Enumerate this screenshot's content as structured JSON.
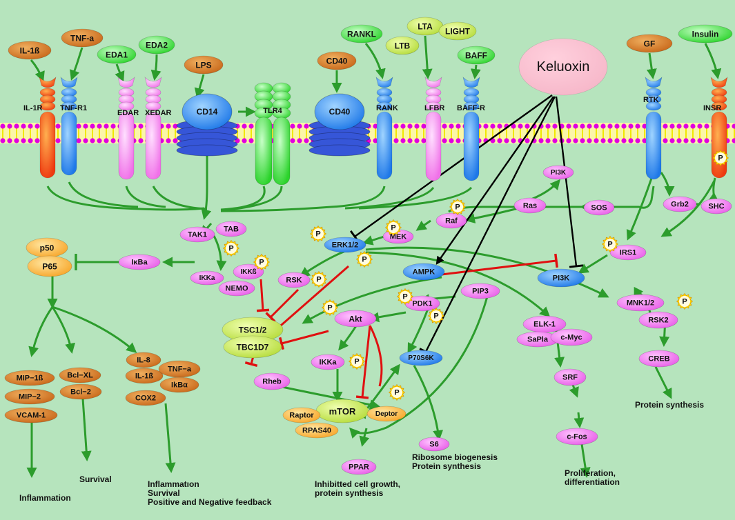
{
  "title": "",
  "drug": "Keluoxin",
  "colors": {
    "background": "#b6e4bd",
    "arrow_green": "#2c9c2c",
    "inhibit_red": "#e01010",
    "drug_arrow": "#000000",
    "drug_fill": "#f6b7c9",
    "membrane_head": "#e000e0",
    "membrane_tail": "#f0e800",
    "node_magenta": "#e85ee8",
    "node_orange": "#f7a62a",
    "node_brown": "#c8681a",
    "node_green": "#2bd32b",
    "node_lime": "#b6dc3c",
    "node_blue": "#1e78e8",
    "phospho": "#ffd400"
  },
  "ligands": [
    {
      "id": "il1b",
      "label": "IL-1ß"
    },
    {
      "id": "tnfa",
      "label": "TNF-a"
    },
    {
      "id": "eda1",
      "label": "EDA1"
    },
    {
      "id": "eda2",
      "label": "EDA2"
    },
    {
      "id": "lps",
      "label": "LPS"
    },
    {
      "id": "cd40l",
      "label": "CD40"
    },
    {
      "id": "rankl",
      "label": "RANKL"
    },
    {
      "id": "lta",
      "label": "LTA"
    },
    {
      "id": "light",
      "label": "LIGHT"
    },
    {
      "id": "ltb",
      "label": "LTB"
    },
    {
      "id": "baff",
      "label": "BAFF"
    },
    {
      "id": "gf",
      "label": "GF"
    },
    {
      "id": "insulin",
      "label": "Insulin"
    }
  ],
  "receptors": [
    {
      "id": "il1r",
      "label": "IL-1R"
    },
    {
      "id": "tnfr1",
      "label": "TNF-R1"
    },
    {
      "id": "edar",
      "label": "EDAR"
    },
    {
      "id": "xedar",
      "label": "XEDAR"
    },
    {
      "id": "cd14",
      "label": "CD14"
    },
    {
      "id": "tlr4",
      "label": "TLR4"
    },
    {
      "id": "cd40",
      "label": "CD40"
    },
    {
      "id": "rank",
      "label": "RANK"
    },
    {
      "id": "lfbr",
      "label": "LFBR"
    },
    {
      "id": "baffr",
      "label": "BAFF-R"
    },
    {
      "id": "rtk",
      "label": "RTK"
    },
    {
      "id": "insr",
      "label": "INSR"
    }
  ],
  "nodes": [
    {
      "id": "pi3k_top",
      "label": "PI3K"
    },
    {
      "id": "ras",
      "label": "Ras"
    },
    {
      "id": "sos",
      "label": "SOS"
    },
    {
      "id": "grb2",
      "label": "Grb2"
    },
    {
      "id": "shc",
      "label": "SHC"
    },
    {
      "id": "raf",
      "label": "Raf"
    },
    {
      "id": "mek",
      "label": "MEK"
    },
    {
      "id": "erk",
      "label": "ERK1/2"
    },
    {
      "id": "irs1",
      "label": "IRS1"
    },
    {
      "id": "ampk",
      "label": "AMPK"
    },
    {
      "id": "pi3k",
      "label": "PI3K"
    },
    {
      "id": "tak1",
      "label": "TAK1"
    },
    {
      "id": "tab",
      "label": "TAB"
    },
    {
      "id": "ikkb",
      "label": "IKKß"
    },
    {
      "id": "ikka_top",
      "label": "IKKa"
    },
    {
      "id": "nemo",
      "label": "NEMO"
    },
    {
      "id": "ikba",
      "label": "IκBa"
    },
    {
      "id": "p50",
      "label": "p50"
    },
    {
      "id": "p65",
      "label": "P65"
    },
    {
      "id": "rsk",
      "label": "RSK"
    },
    {
      "id": "pip3",
      "label": "PIP3"
    },
    {
      "id": "pdk1",
      "label": "PDK1"
    },
    {
      "id": "akt",
      "label": "Akt"
    },
    {
      "id": "tsc",
      "label": "TSC1/2"
    },
    {
      "id": "tbc",
      "label": "TBC1D7"
    },
    {
      "id": "ikka",
      "label": "IKKa"
    },
    {
      "id": "rheb",
      "label": "Rheb"
    },
    {
      "id": "p70s6k",
      "label": "P70S6K"
    },
    {
      "id": "mtor",
      "label": "mTOR"
    },
    {
      "id": "raptor",
      "label": "Raptor"
    },
    {
      "id": "deptor",
      "label": "Deptor"
    },
    {
      "id": "rpas40",
      "label": "RPAS40"
    },
    {
      "id": "ppar",
      "label": "PPAR"
    },
    {
      "id": "s6",
      "label": "S6"
    },
    {
      "id": "elk1",
      "label": "ELK-1"
    },
    {
      "id": "sapla",
      "label": "SaPla"
    },
    {
      "id": "cmyc",
      "label": "c-Myc"
    },
    {
      "id": "srf",
      "label": "SRF"
    },
    {
      "id": "cfos",
      "label": "c-Fos"
    },
    {
      "id": "mnk",
      "label": "MNK1/2"
    },
    {
      "id": "rsk2",
      "label": "RSK2"
    },
    {
      "id": "creb",
      "label": "CREB"
    },
    {
      "id": "mip1b",
      "label": "MIP−1ß"
    },
    {
      "id": "mip2",
      "label": "MIP−2"
    },
    {
      "id": "vcam",
      "label": "VCAM-1"
    },
    {
      "id": "bclxl",
      "label": "Bcl−XL"
    },
    {
      "id": "bcl2",
      "label": "Bcl−2"
    },
    {
      "id": "il8",
      "label": "IL-8"
    },
    {
      "id": "il1b_out",
      "label": "IL-1ß"
    },
    {
      "id": "tnfa_out",
      "label": "TNF−a"
    },
    {
      "id": "ikba_out",
      "label": "IkBα"
    },
    {
      "id": "cox2",
      "label": "COX2"
    }
  ],
  "phospho_label": "P",
  "outcomes": [
    {
      "id": "inflammation1",
      "lines": [
        "Inflammation"
      ]
    },
    {
      "id": "survival",
      "lines": [
        "Survival"
      ]
    },
    {
      "id": "inflammation2",
      "lines": [
        "Inflammatıon",
        "Survival",
        "Positive and Negative feedback"
      ]
    },
    {
      "id": "cellgrowth",
      "lines": [
        "Inhibitted cell growth,",
        "protein synthesis"
      ]
    },
    {
      "id": "ribosome",
      "lines": [
        "Ribosome biogenesis",
        "Protein synthesis"
      ]
    },
    {
      "id": "prolif",
      "lines": [
        "Proliferation,",
        "differentiation"
      ]
    },
    {
      "id": "protsyn",
      "lines": [
        "Protein synthesis"
      ]
    }
  ]
}
